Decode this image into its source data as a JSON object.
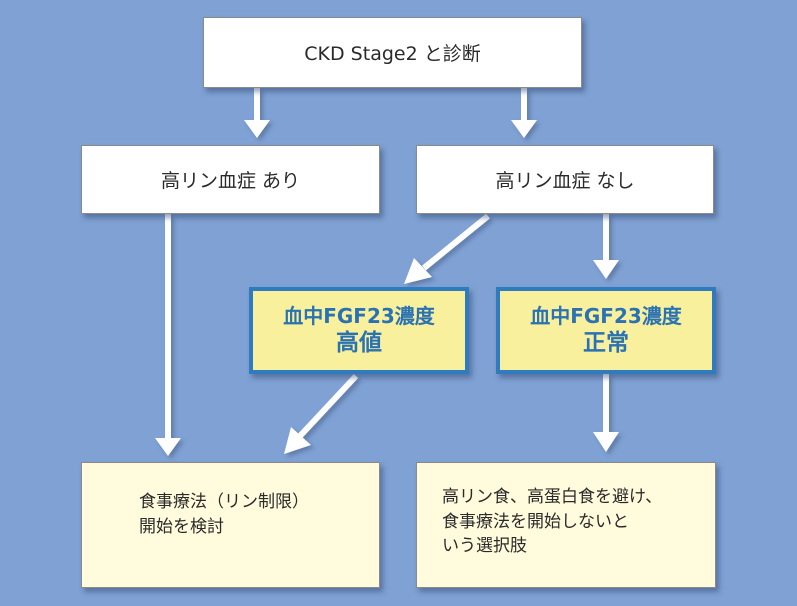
{
  "diagram": {
    "type": "flowchart",
    "background_color": "#7fa1d3",
    "accent_color": "#2f7bbf",
    "nodes": {
      "root": {
        "text": "CKD Stage2 と診断"
      },
      "hyperphos_yes": {
        "text": "高リン血症 あり"
      },
      "hyperphos_no": {
        "text": "高リン血症 なし"
      },
      "fgf23_high": {
        "line1": "血中FGF23濃度",
        "line2": "高値"
      },
      "fgf23_normal": {
        "line1": "血中FGF23濃度",
        "line2": "正常"
      },
      "outcome_diet": {
        "lines": [
          "食事療法（リン制限）",
          "開始を検討"
        ]
      },
      "outcome_avoid": {
        "lines": [
          "高リン食、高蛋白食を避け、",
          "食事療法を開始しないと",
          "いう選択肢"
        ]
      }
    },
    "edges": [
      {
        "from": "root",
        "to": "hyperphos_yes"
      },
      {
        "from": "root",
        "to": "hyperphos_no"
      },
      {
        "from": "hyperphos_yes",
        "to": "outcome_diet"
      },
      {
        "from": "hyperphos_no",
        "to": "fgf23_high"
      },
      {
        "from": "hyperphos_no",
        "to": "fgf23_normal"
      },
      {
        "from": "fgf23_high",
        "to": "outcome_diet"
      },
      {
        "from": "fgf23_normal",
        "to": "outcome_avoid"
      }
    ]
  }
}
